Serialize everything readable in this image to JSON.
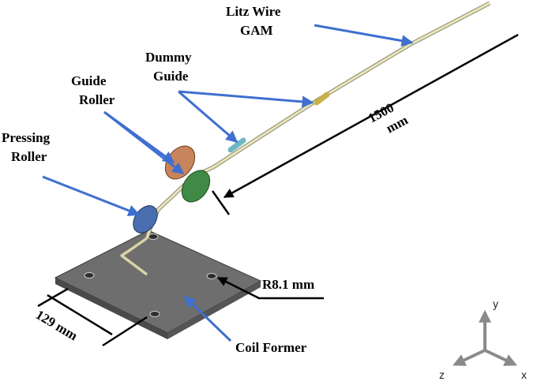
{
  "labels": {
    "litz_wire": [
      "Litz Wire",
      "GAM"
    ],
    "dummy_guide": [
      "Dummy",
      "Guide"
    ],
    "guide_roller": [
      "Guide",
      "Roller"
    ],
    "pressing_roller": [
      "Pressing",
      "Roller"
    ],
    "coil_former": "Coil Former"
  },
  "dimensions": {
    "length": [
      "1500",
      "mm"
    ],
    "radius": "R8.1 mm",
    "width": "129 mm"
  },
  "axes": {
    "x": "x",
    "y": "y",
    "z": "z"
  },
  "colors": {
    "arrow": "#3f6fd0",
    "wire": "#d9d4a6",
    "guide_roller": "#c8845a",
    "green_roller": "#3f8a46",
    "pressing_roller": "#4a6eb0",
    "plate": "#6e6e6e"
  }
}
